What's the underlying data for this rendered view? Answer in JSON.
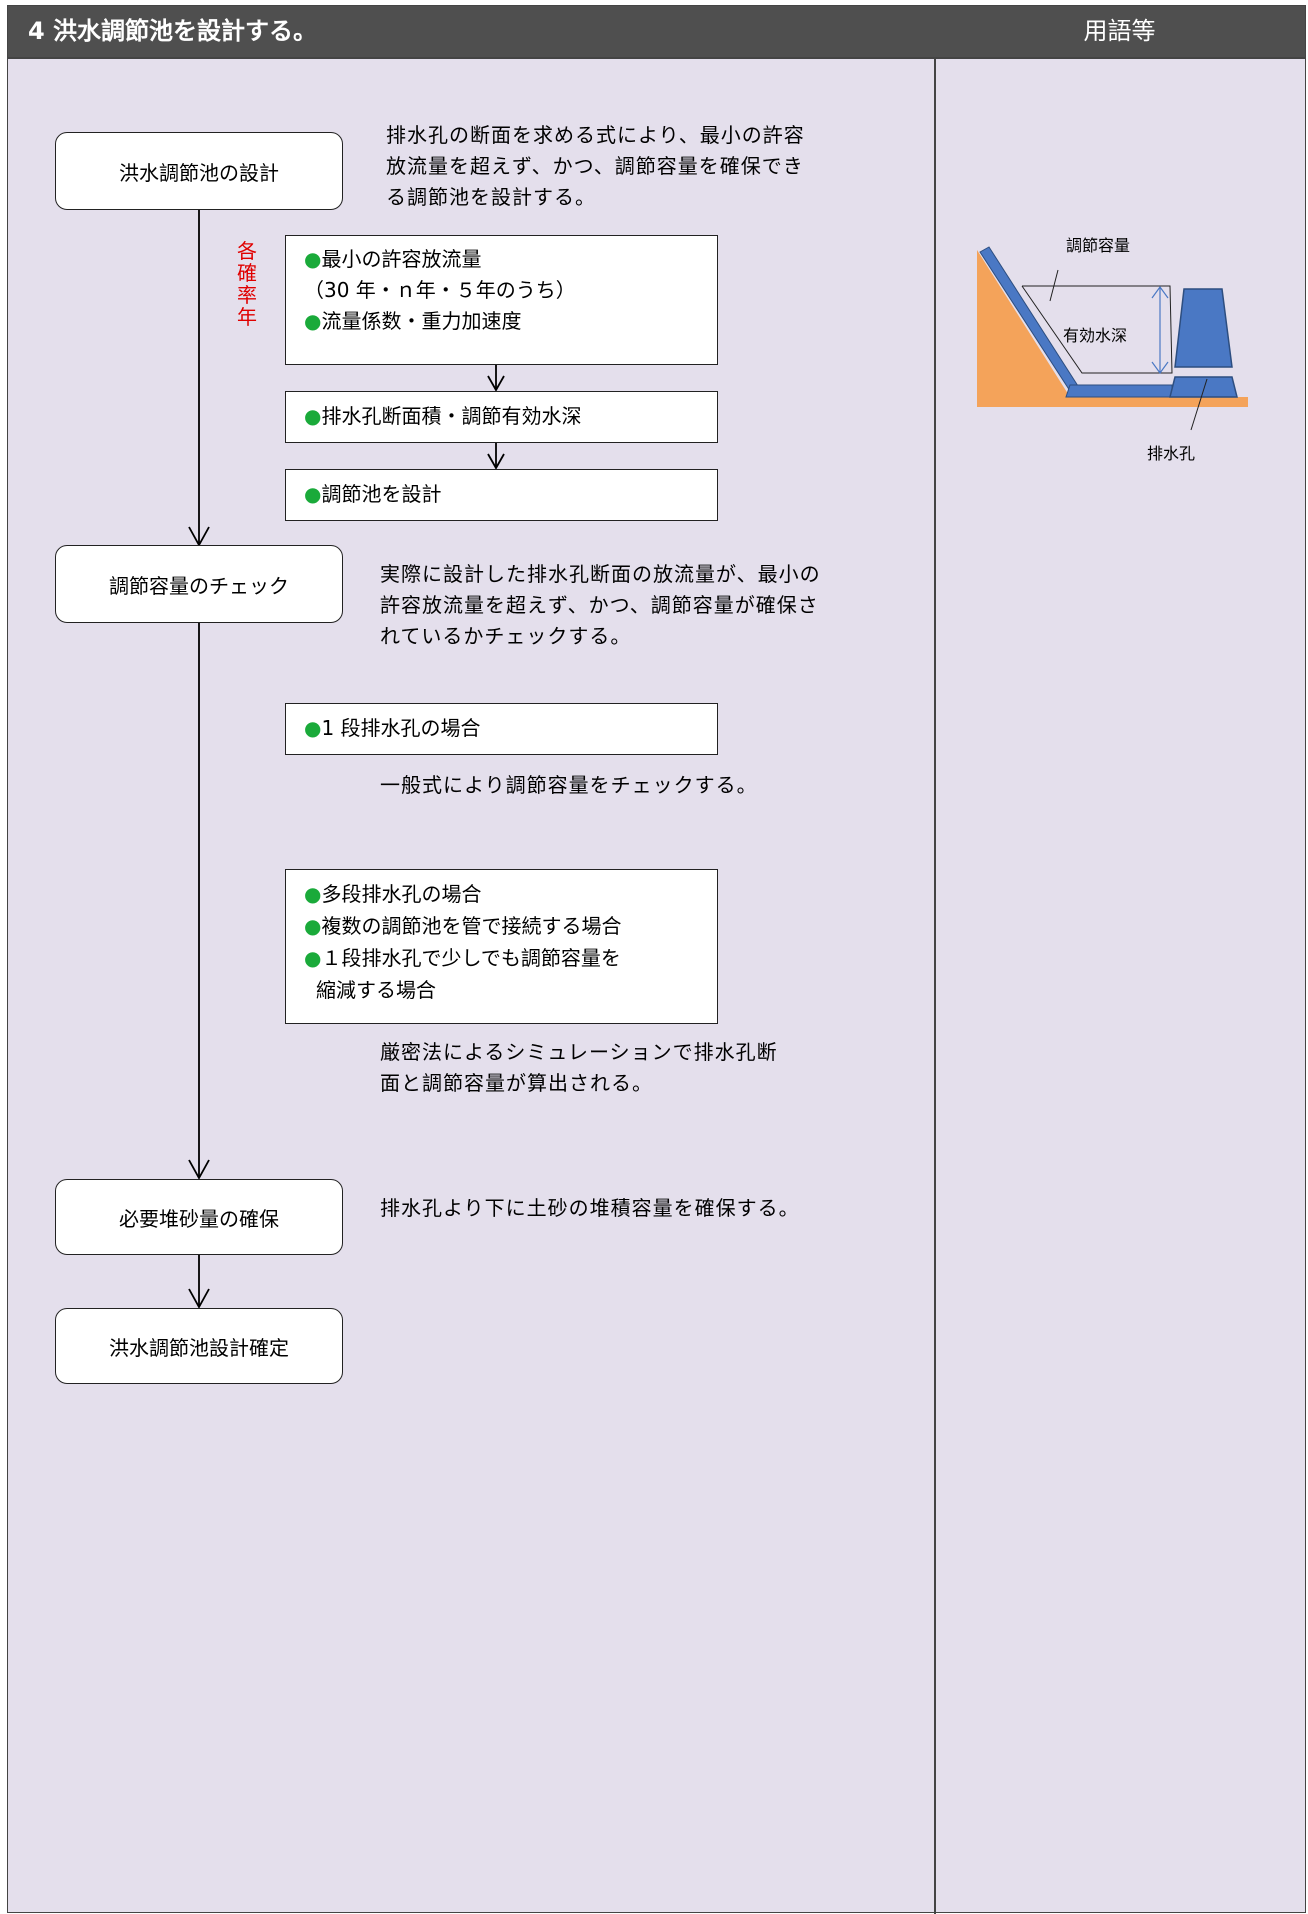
{
  "header": {
    "title": "4 洪水調節池を設計する。",
    "side_title": "用語等"
  },
  "flow": {
    "step1": "洪水調節池の設計",
    "step2": "調節容量のチェック",
    "step3": "必要堆砂量の確保",
    "step4": "洪水調節池設計確定"
  },
  "notes": {
    "step1": "排水孔の断面を求める式により、最小の許容\n放流量を超えず、かつ、調節容量を確保でき\nる調節池を設計する。",
    "step2": "実際に設計した排水孔断面の放流量が、最小の\n許容放流量を超えず、かつ、調節容量が確保さ\nれているかチェックする。",
    "single": "一般式により調節容量をチェックする。",
    "multi": "厳密法によるシミュレーションで排水孔断\n面と調節容量が算出される。",
    "step3": "排水孔より下に土砂の堆積容量を確保する。"
  },
  "side_label": [
    "各",
    "確",
    "率",
    "年"
  ],
  "inputs": {
    "line1": "最小の許容放流量",
    "line2": "（30 年・ｎ年・５年のうち）",
    "line3": "流量係数・重力加速度"
  },
  "mid_box": "排水孔断面積・調節有効水深",
  "design_box": "調節池を設計",
  "single_box": "1 段排水孔の場合",
  "multi_box": {
    "line1": "多段排水孔の場合",
    "line2": "複数の調節池を管で接続する場合",
    "line3": "１段排水孔で少しでも調節容量を",
    "line4": "縮減する場合"
  },
  "bullet": "●",
  "diagram": {
    "label_volume": "調節容量",
    "label_depth": "有効水深",
    "label_outlet": "排水孔",
    "colors": {
      "earth": "#f4a35a",
      "structure": "#4a78c4",
      "arrow": "#4a78c4"
    }
  }
}
